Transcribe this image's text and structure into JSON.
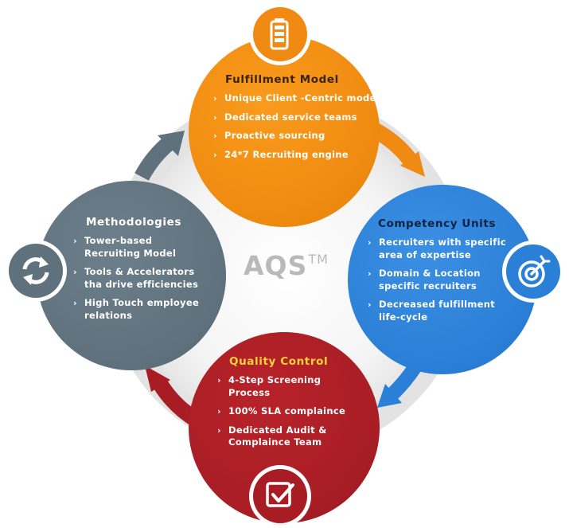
{
  "center": {
    "brand": "AQS",
    "trademark": "TM"
  },
  "colors": {
    "orange": "#f08a12",
    "blue": "#2a7fd6",
    "red": "#a81d24",
    "slate": "#5f717c",
    "ring": "#dcdcdc"
  },
  "quadrants": {
    "fulfillment": {
      "title": "Fulfillment Model",
      "icon": "battery-icon",
      "items": [
        "Unique Client -Centric model",
        "Dedicated service teams",
        "Proactive sourcing",
        "24*7 Recruiting engine"
      ]
    },
    "competency": {
      "title": "Competency Units",
      "icon": "target-icon",
      "items": [
        "Recruiters with specific area of expertise",
        "Domain & Location specific recruiters",
        "Decreased fulfillment life-cycle"
      ]
    },
    "quality": {
      "title": "Quality Control",
      "icon": "checkbox-icon",
      "items": [
        "4-Step Screening Process",
        "100% SLA complaince",
        "Dedicated Audit & Complaince Team"
      ]
    },
    "methodologies": {
      "title": "Methodologies",
      "icon": "refresh-icon",
      "items": [
        "Tower-based Recruiting Model",
        "Tools & Accelerators tha drive efficiencies",
        "High Touch employee relations"
      ]
    }
  }
}
